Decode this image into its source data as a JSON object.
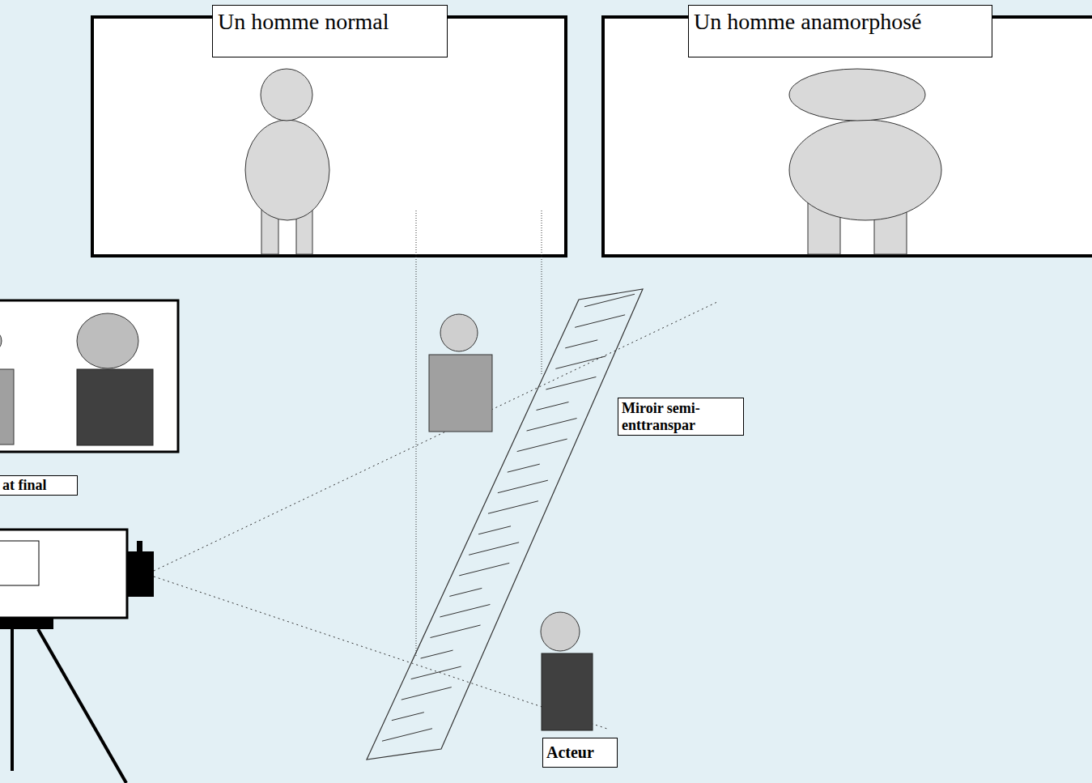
{
  "diagram": {
    "nodes": [
      {
        "text": [
          "Un homme normal"
        ]
      },
      {
        "text": [
          "Un homme anamorphosé"
        ]
      },
      {
        "text": [
          "Miroir semi- enttranspar"
        ]
      },
      {
        "text": [
          "at final"
        ]
      },
      {
        "text": [
          "Acteur"
        ]
      }
    ]
  }
}
